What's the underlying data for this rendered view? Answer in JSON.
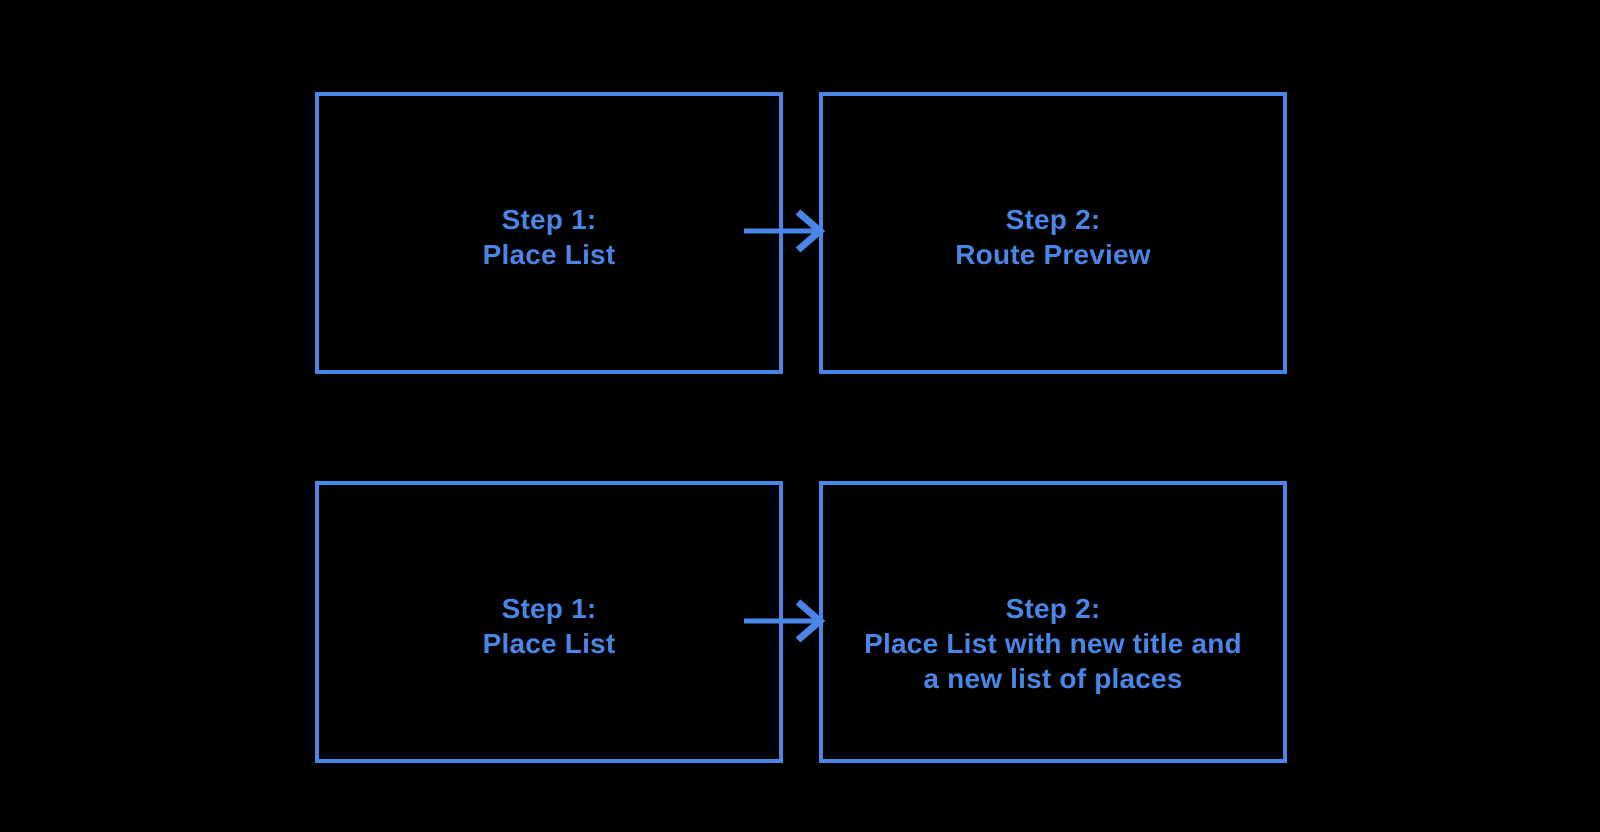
{
  "colors": {
    "background": "#000000",
    "accent": "#4a86e8",
    "text": "#4a86e8"
  },
  "diagram": {
    "rows": [
      {
        "from_label": "Step 1:\nPlace List",
        "to_label": "Step 2:\nRoute Preview"
      },
      {
        "from_label": "Step 1:\nPlace List",
        "to_label": "Step 2:\nPlace List with new title and\na new list of places"
      }
    ]
  }
}
